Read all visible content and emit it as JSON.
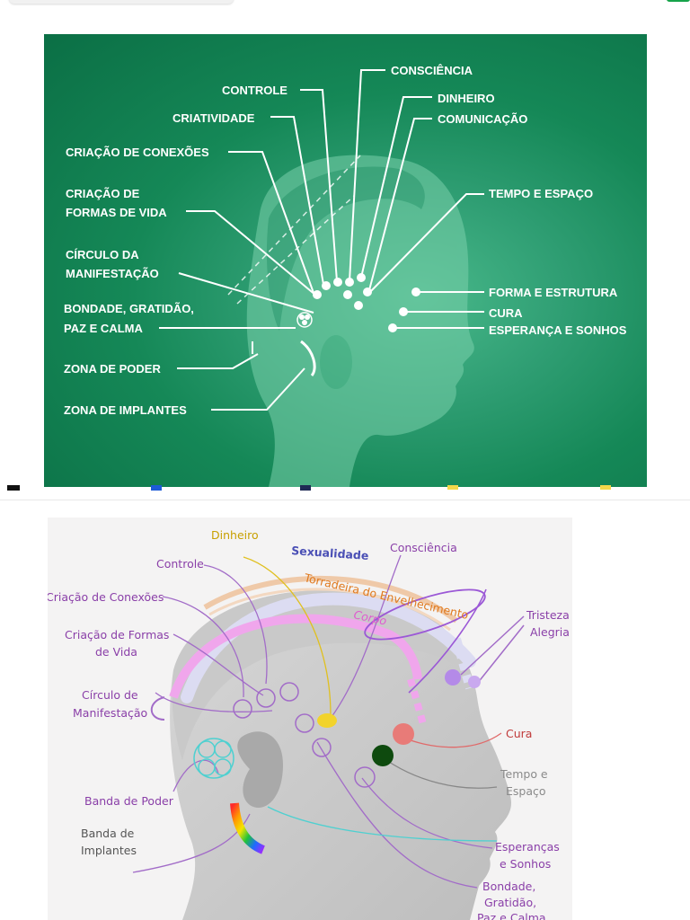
{
  "diagram_top": {
    "labels_left": [
      {
        "id": "controle",
        "text": "CONTROLE"
      },
      {
        "id": "criatividade",
        "text": "CRIATIVIDADE"
      },
      {
        "id": "criacao-conexoes",
        "text": "CRIAÇÃO DE CONEXÕES"
      },
      {
        "id": "criacao-formas",
        "line1": "CRIAÇÃO DE",
        "line2": "FORMAS DE VIDA"
      },
      {
        "id": "circulo",
        "line1": "CÍRCULO DA",
        "line2": "MANIFESTAÇÃO"
      },
      {
        "id": "bondade",
        "line1": "BONDADE, GRATIDÃO,",
        "line2": "PAZ E CALMA"
      },
      {
        "id": "zona-poder",
        "text": "ZONA DE PODER"
      },
      {
        "id": "zona-implantes",
        "text": "ZONA DE IMPLANTES"
      }
    ],
    "labels_right": [
      {
        "id": "consciencia",
        "text": "CONSCIÊNCIA"
      },
      {
        "id": "dinheiro",
        "text": "DINHEIRO"
      },
      {
        "id": "comunicacao",
        "text": "COMUNICAÇÃO"
      },
      {
        "id": "tempo-espaco",
        "text": "TEMPO E ESPAÇO"
      },
      {
        "id": "forma-estrutura",
        "text": "FORMA E ESTRUTURA"
      },
      {
        "id": "cura",
        "text": "CURA"
      },
      {
        "id": "esperanca",
        "text": "ESPERANÇA E SONHOS"
      }
    ],
    "colors": {
      "background": "#158857",
      "lines": "#ffffff"
    }
  },
  "diagram_bottom": {
    "labels": {
      "dinheiro": "Dinheiro",
      "sexualidade": "Sexualidade",
      "consciencia": "Consciência",
      "controle": "Controle",
      "criacao_conexoes": "Criação de Conexões",
      "criacao_formas_1": "Criação de Formas",
      "criacao_formas_2": "de Vida",
      "circulo_1": "Círculo de",
      "circulo_2": "Manifestação",
      "torradeira": "Torradeira do Envelhecimento",
      "corpo": "Corpo",
      "tristeza": "Tristeza",
      "alegria": "Alegria",
      "cura": "Cura",
      "tempo_1": "Tempo e",
      "tempo_2": "Espaço",
      "banda_poder": "Banda de Poder",
      "banda_implantes_1": "Banda de",
      "banda_implantes_2": "Implantes",
      "esperancas_1": "Esperanças",
      "esperancas_2": "e Sonhos",
      "bondade_1": "Bondade,",
      "bondade_2": "Gratidão,",
      "bondade_3": "Paz e Calma"
    },
    "colors": {
      "label_purple": "#8a3fa8",
      "sexualidade": "#4a4fb5",
      "dinheiro": "#c8a000",
      "torradeira": "#e07a1f",
      "corpo": "#e05ad0",
      "cura_dot": "#e87b78",
      "tempo_dot": "#0e4a0e",
      "tristeza_dot": "#b48ae8",
      "dinheiro_dot": "#f2d32c",
      "tempo_text": "#8a8a8a",
      "implantes_text": "#555555"
    }
  }
}
